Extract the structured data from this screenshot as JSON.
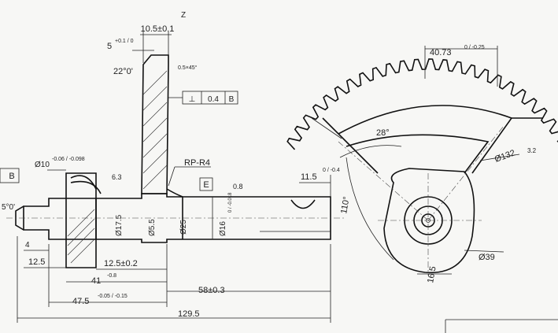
{
  "dimensions": {
    "top_width": "10.5±0.1",
    "top_label": "Z",
    "left_offset_base": "5",
    "left_offset_tol": "+0.1 / 0",
    "angle_22": "22°0'",
    "chamfer": "0.5×45°",
    "flatness_symbol": "⊥",
    "flatness_value": "0.4",
    "flatness_datum": "B",
    "left_datum": "B",
    "shaft_dia_base": "Ø10",
    "shaft_dia_tol": "-0.06 / -0.098",
    "radius": "RP-R4",
    "datum_e": "E",
    "roughness_08": "0.8",
    "roughness_63": "6.3",
    "right_len_base": "11.5",
    "right_len_tol": "0 / -0.4",
    "left_angle": "5°0'",
    "dia_175": "Ø17.5",
    "dia_55": "Ø5.5",
    "dia_25": "Ø25",
    "dia_16_base": "Ø16",
    "dia_16_tol": "0 / -0.018",
    "len_4": "4",
    "len_125_left": "12.5",
    "len_125_mid": "12.5±0.2",
    "len_41": "41",
    "len_41_tol": "-0.8",
    "len_58": "58±0.3",
    "len_475_base": "47.5",
    "len_475_tol": "-0.05 / -0.15",
    "total_len": "129.5",
    "gear_chord_base": "40.73",
    "gear_chord_tol": "0 / -0.25",
    "gear_angle": "28°",
    "gear_angle_110": "110°",
    "gear_dia_132": "Ø132",
    "gear_rough": "3.2",
    "hub_dia_39": "Ø39",
    "hub_len_165": "16.5"
  }
}
